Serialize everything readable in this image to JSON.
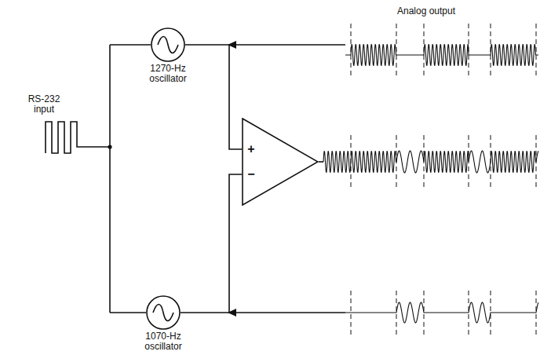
{
  "diagram": {
    "nodes": [
      {
        "text": [
          "1270-Hz oscillator"
        ]
      },
      {
        "text": [
          "+",
          "−"
        ]
      },
      {
        "text": [
          "1070-Hz oscillator"
        ]
      }
    ],
    "edges": [
      {
        "from": 0,
        "to": 1,
        "arrow": "none"
      },
      {
        "from": 2,
        "to": 1,
        "arrow": "none"
      }
    ],
    "labels": [
      "Analog output",
      "RS-232 input"
    ]
  }
}
